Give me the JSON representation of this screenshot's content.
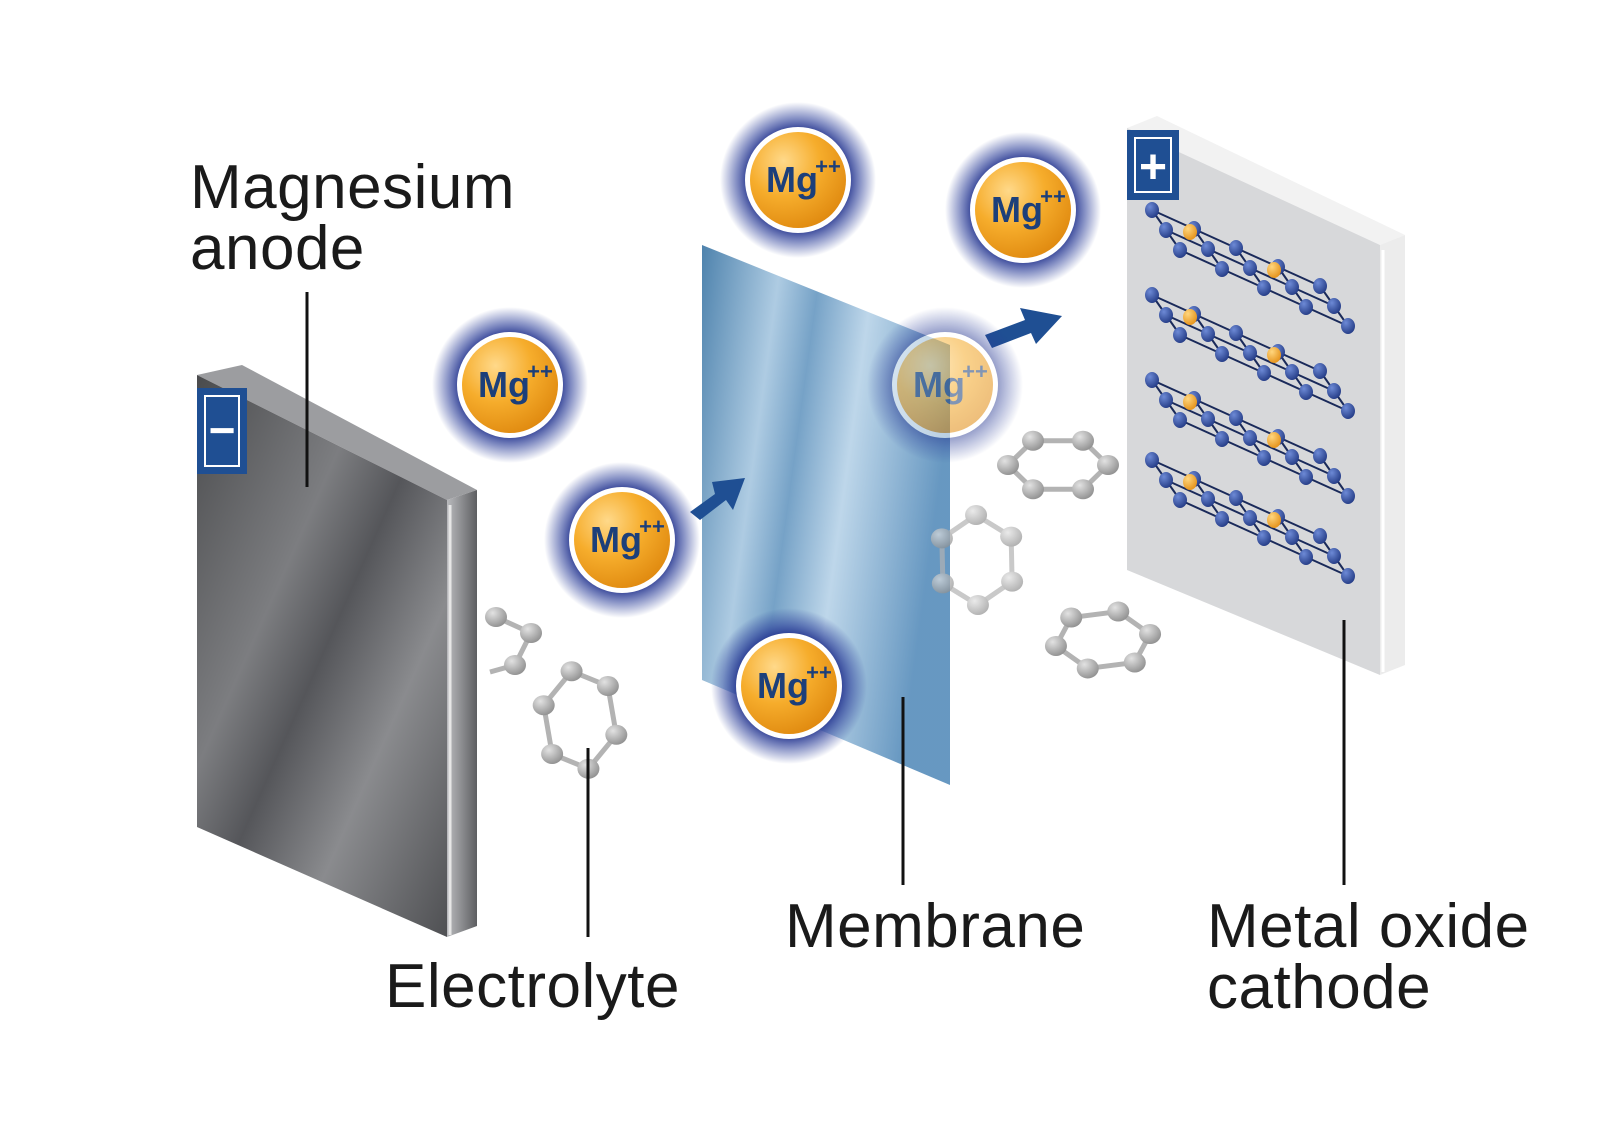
{
  "labels": {
    "anode_line1": "Magnesium",
    "anode_line2": "anode",
    "electrolyte": "Electrolyte",
    "membrane": "Membrane",
    "cathode_line1": "Metal oxide",
    "cathode_line2": "cathode"
  },
  "terminals": {
    "negative": "−",
    "positive": "+"
  },
  "ion": {
    "symbol": "Mg",
    "charge": "++"
  },
  "colors": {
    "anode": "#5a5b5d",
    "membrane": "#5d8fb8",
    "cathode": "#d9dadb",
    "ion_fill": "#f4a81d",
    "ion_halo": "#1f2f8a",
    "ion_text": "#1c3f7a",
    "arrow": "#1f4f93",
    "terminal_badge": "#1f4f93",
    "electrolyte_atom": "#9c9c9c",
    "lattice_blue": "#2a4a9a",
    "lattice_orange": "#f4a81d"
  }
}
